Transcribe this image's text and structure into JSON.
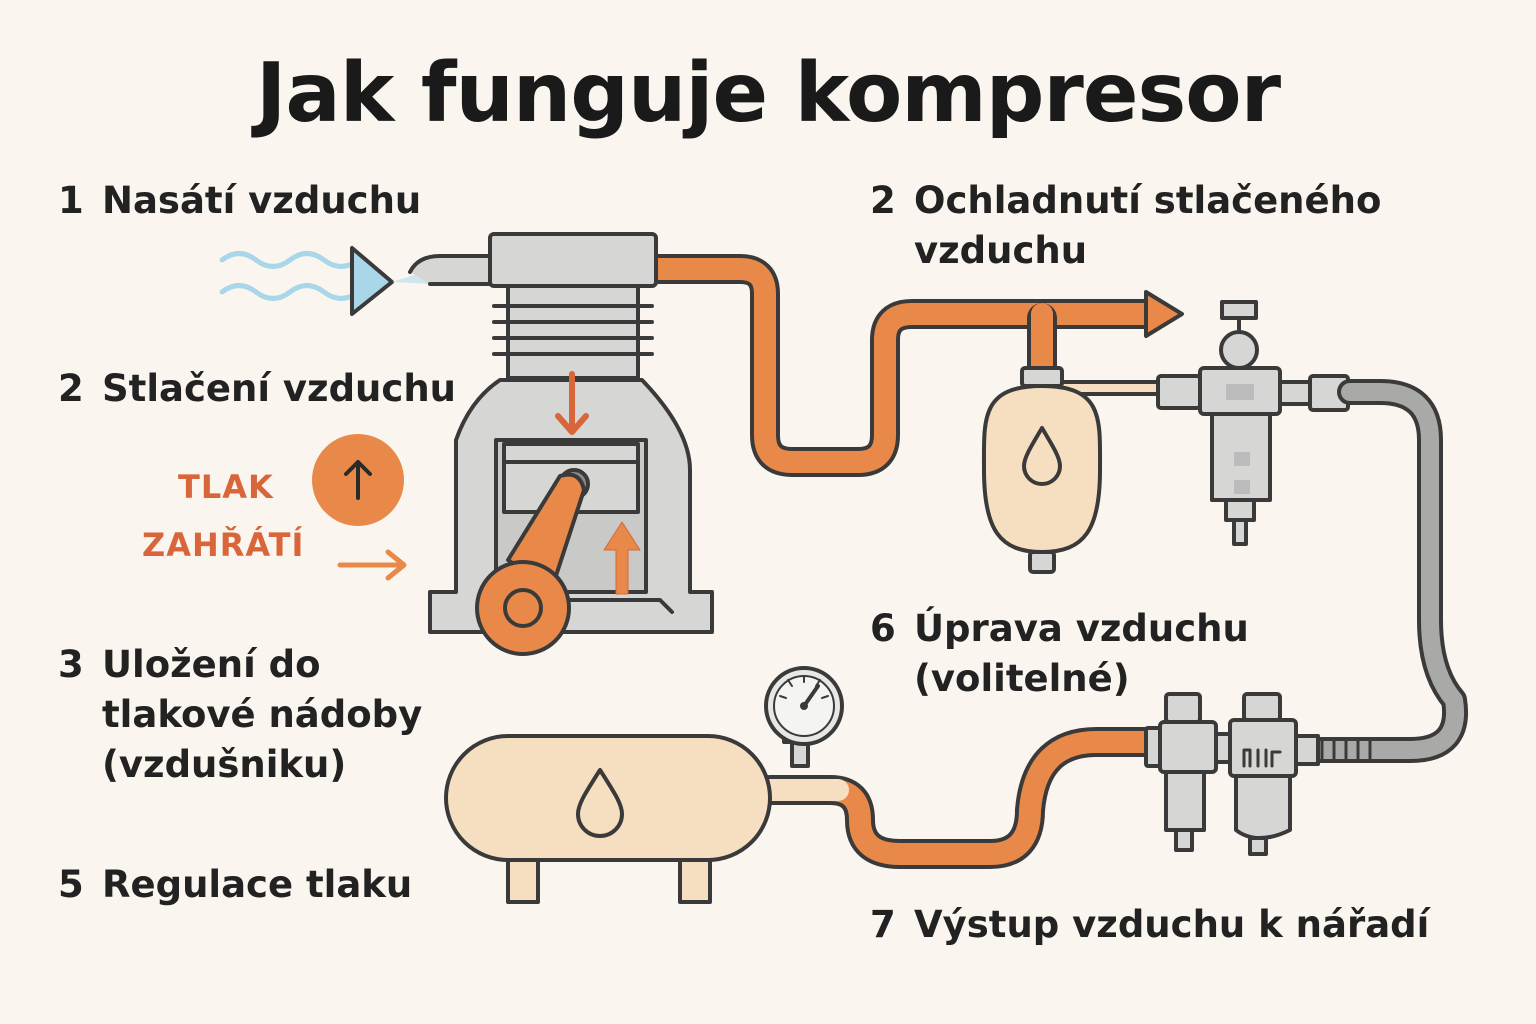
{
  "title": "Jak funguje kompresor",
  "steps": {
    "intake": {
      "num": "1",
      "text": "Nasátí vzduchu"
    },
    "compression": {
      "num": "2",
      "text": "Stlačení vzduchu"
    },
    "cooling": {
      "num": "2",
      "line1": "Ochladnutí stlačeného",
      "line2": "vzduchu"
    },
    "storage": {
      "num": "3",
      "line1": "Uložení do",
      "line2": "tlakové nádoby",
      "line3": "(vzdušniku)"
    },
    "regulation": {
      "num": "5",
      "text": "Regulace tlaku"
    },
    "treatment": {
      "num": "6",
      "line1": "Úprava vzduchu",
      "line2": "(volitelné)"
    },
    "output": {
      "num": "7",
      "text": "Výstup vzduchu k nářadí"
    }
  },
  "annotations": {
    "pressure": "TLAK",
    "heating": "ZAHŘÁTÍ"
  },
  "colors": {
    "background": "#faf6ef",
    "orange": "#e8894a",
    "accent_text": "#d9663a",
    "metal": "#d6d6d4",
    "tank": "#f5dfc0",
    "outline": "#3a3a3a",
    "air": "#a9d6e8"
  },
  "icons": [
    "air-wave-icon",
    "droplet-icon",
    "arrow-up-icon",
    "arrow-right-icon",
    "pressure-gauge-icon"
  ]
}
